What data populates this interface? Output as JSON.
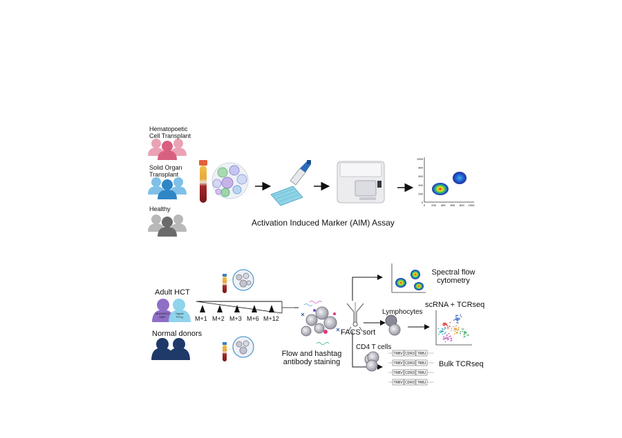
{
  "top": {
    "groups": {
      "hct": "Hematopoetic Cell Transplant",
      "sot": "Solid Organ Transplant",
      "healthy": "Healthy"
    },
    "assay_title": "Activation Induced Marker (AIM) Assay",
    "plot_ticks_y": [
      "1000",
      "800",
      "600",
      "400",
      "200",
      "0"
    ],
    "plot_ticks_x": [
      "0",
      "200",
      "400",
      "600",
      "800",
      "1000"
    ]
  },
  "bottom": {
    "adult_hct": "Adult HCT",
    "person_labels": {
      "left": "MUD/MTD/ MMF",
      "right": "Haplo/ PTCy"
    },
    "normal_donors": "Normal donors",
    "timepoints": [
      "M+1",
      "M+2",
      "M+3",
      "M+6",
      "M+12"
    ],
    "staining": "Flow and hashtag antibody staining",
    "facs": "FACS sort",
    "spectral": "Spectral flow cytometry",
    "lymphocytes": "Lymphocytes",
    "scrna": "scRNA + TCRseq",
    "cd4": "CD4 T cells",
    "bulk": "Bulk TCRseq",
    "tcr_segments": [
      "TRBV",
      "CDR3",
      "TRBJ"
    ]
  },
  "colors": {
    "hct": "#d95f7f",
    "hct_light": "#e9a3b5",
    "sot": "#2f86c6",
    "sot_light": "#7fc0e8",
    "healthy": "#6b6b6b",
    "healthy_light": "#b8b8b8",
    "purple": "#8e6fc6",
    "cyan": "#8fd3ec",
    "navy": "#1f3a68"
  }
}
